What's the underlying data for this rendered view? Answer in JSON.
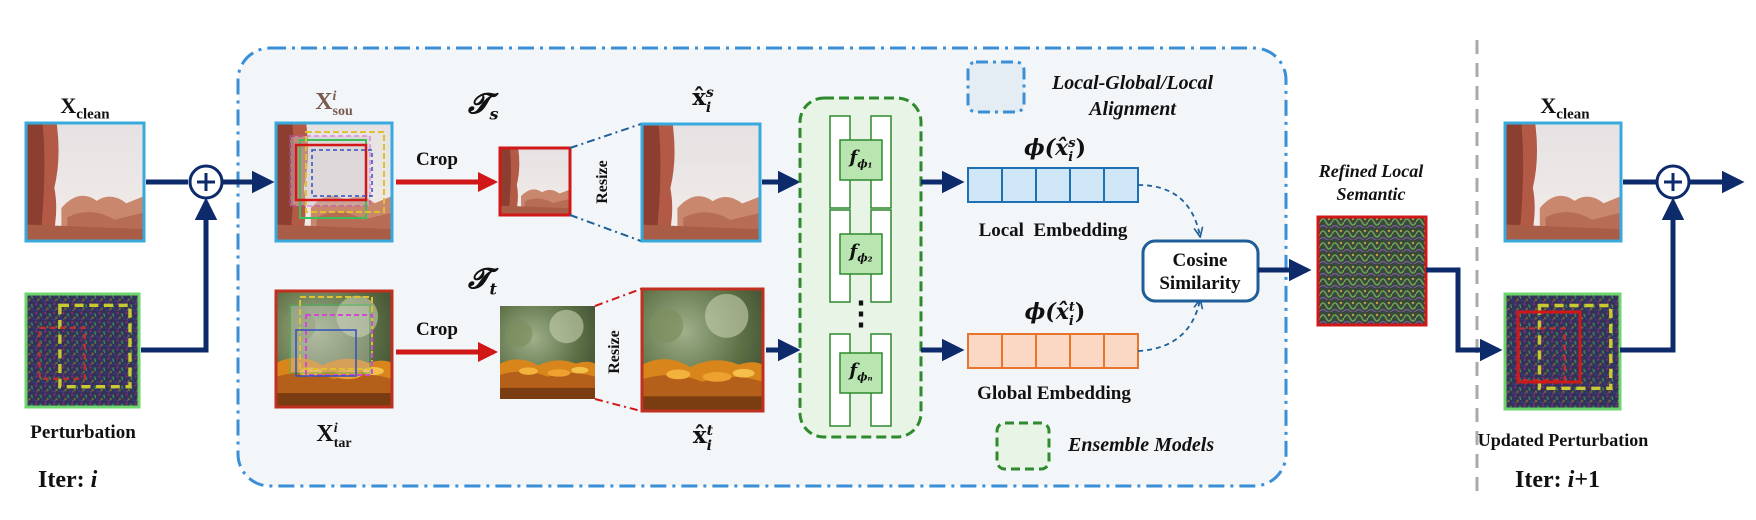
{
  "labels": {
    "x_clean": "X",
    "x_clean_sub": "clean",
    "perturbation": "Perturbation",
    "iter_left_prefix": "Iter: ",
    "iter_left_var": "i",
    "x_sou": "X",
    "x_sou_sup": "i",
    "x_sou_sub": "sou",
    "x_tar": "X",
    "x_tar_sup": "i",
    "x_tar_sub": "tar",
    "t_s": "𝓣",
    "t_s_sub": "s",
    "t_t": "𝓣",
    "t_t_sub": "t",
    "crop_top": "Crop",
    "crop_bottom": "Crop",
    "resize_top": "Resize",
    "resize_bottom": "Resize",
    "xhat_s": "x̂",
    "xhat_s_sub": "i",
    "xhat_s_sup": "s",
    "xhat_t": "x̂",
    "xhat_t_sub": "i",
    "xhat_t_sup": "t",
    "f1": "f",
    "f1_sub": "ϕ₁",
    "f2": "f",
    "f2_sub": "ϕ₂",
    "fn": "f",
    "fn_sub": "ϕₙ",
    "phi_s": "ϕ(x̂",
    "phi_s_sub": "i",
    "phi_s_sup": "s",
    "phi_t": "ϕ(x̂",
    "phi_t_sub": "i",
    "phi_t_sup": "t",
    "local_embedding": "Local  Embedding",
    "global_embedding": "Global Embedding",
    "cosine_line1": "Cosine",
    "cosine_line2": "Similarity",
    "legend_alignment_line1": "Local-Global/Local",
    "legend_alignment_line2": "Alignment",
    "legend_ensemble": "Ensemble Models",
    "refined_line1": "Refined Local",
    "refined_line2": "Semantic",
    "updated_perturbation": "Updated Perturbation",
    "iter_right_prefix": "Iter: ",
    "iter_right_var": "i",
    "iter_right_suffix": "+1",
    "plus_symbol": "+",
    "dots": "⋮"
  },
  "icons": {
    "plus_left": "plus-circle-icon",
    "plus_right": "plus-circle-icon",
    "legend_alignment": "dashdot-box-icon",
    "legend_ensemble": "dashed-box-icon"
  },
  "colors": {
    "arrow_navy": "#0d2a6b",
    "crop_red": "#d01818",
    "panel_blue": "#3b8fd6",
    "panel_fill": "#f3f6f9",
    "ensemble_green": "#2d8a2d",
    "local_embed_fill": "#cfe6f7",
    "local_embed_stroke": "#1f6fb5",
    "global_embed_fill": "#fbd8c4",
    "global_embed_stroke": "#e8742e",
    "cosine_stroke": "#1f5f99",
    "separator_gray": "#aaaaaa"
  }
}
